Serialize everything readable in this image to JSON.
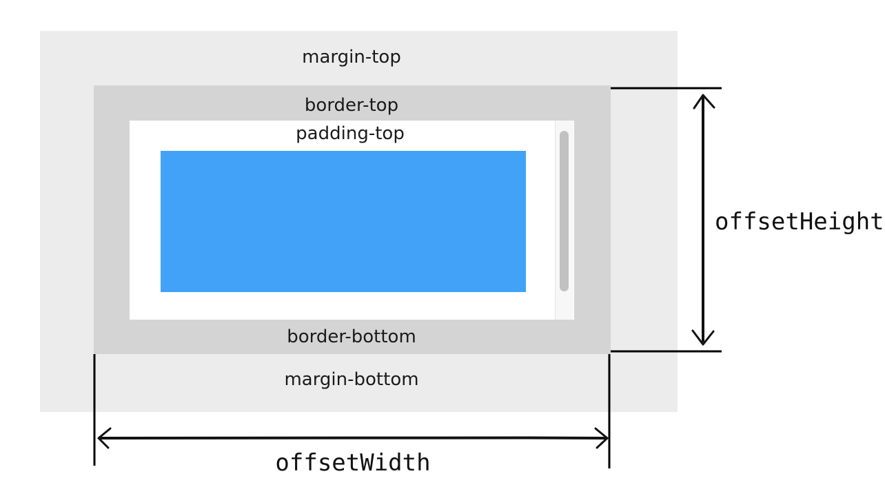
{
  "labels": {
    "margin_top": "margin-top",
    "border_top": "border-top",
    "padding_top": "padding-top",
    "border_bottom": "border-bottom",
    "margin_bottom": "margin-bottom",
    "offset_height": "offsetHeight",
    "offset_width": "offsetWidth"
  },
  "colors": {
    "margin": "#ececec",
    "border": "#d4d4d4",
    "padding": "#ffffff",
    "content": "#42a2f8",
    "scrollbar_thumb": "#c1c1c1",
    "ink": "#111111"
  }
}
